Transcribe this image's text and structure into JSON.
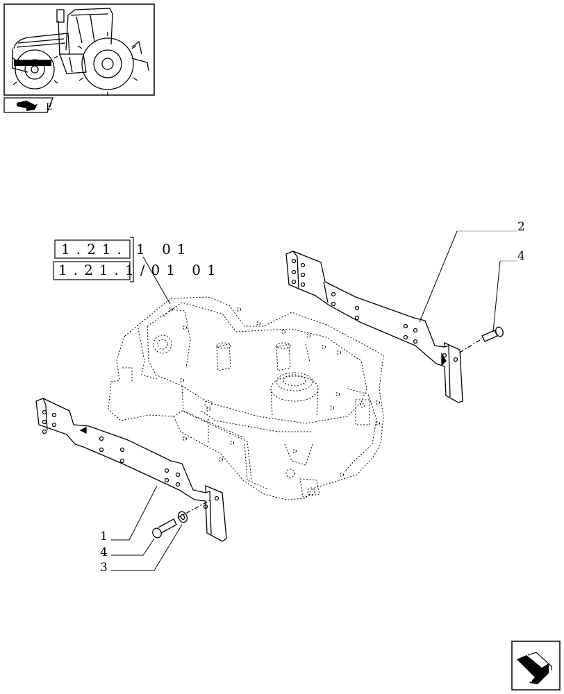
{
  "thumbnail": {
    "icon": "tractor-icon",
    "nav_icon": "book-arrow-icon",
    "nav_suffix": "E"
  },
  "references": [
    {
      "boxed": "1.21.",
      "tail": "1 01"
    },
    {
      "boxed": "1.21.",
      "tail": "1/01 01"
    }
  ],
  "callouts": {
    "rear_bracket_label": "2",
    "rear_bolt_label": "4",
    "front_bracket_label": "1",
    "front_bolt_label": "4",
    "front_washer_label": "3"
  },
  "next_page_icon": "next-page-arrow-icon",
  "colors": {
    "ink": "#000000",
    "ink_light": "#444444",
    "paper": "#ffffff"
  }
}
